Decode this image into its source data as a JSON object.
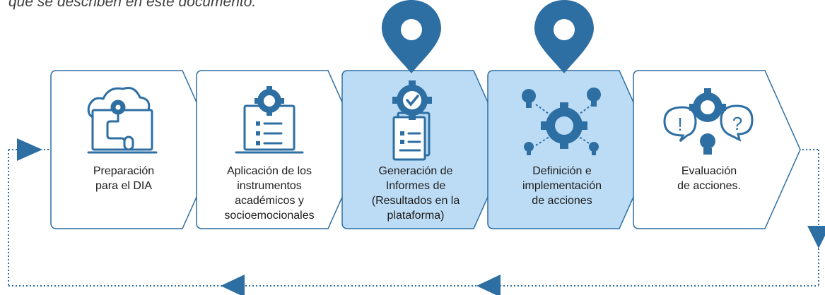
{
  "intro_text": "que se describen en este documento.",
  "colors": {
    "primary": "#2e6fa3",
    "highlight_fill": "#bcdcf5",
    "white_fill": "#ffffff",
    "text": "#1d1d1d"
  },
  "steps": [
    {
      "label": "Preparación\npara el DIA",
      "highlighted": false,
      "icon": "cloud-laptop-icon"
    },
    {
      "label": "Aplicación de los\ninstrumentos\nacadémicos y\nsocioemocionales",
      "highlighted": false,
      "icon": "laptop-gear-checklist-icon"
    },
    {
      "label": "Generación de\nInformes de\n(Resultados en la\nplataforma)",
      "highlighted": true,
      "icon": "gear-check-report-icon"
    },
    {
      "label": "Definición e\nimplementación\nde acciones",
      "highlighted": true,
      "icon": "gear-lightbulbs-icon"
    },
    {
      "label": "Evaluación\nde acciones.",
      "highlighted": false,
      "icon": "gear-question-bulb-icon"
    }
  ],
  "markers": [
    {
      "step_index": 2,
      "icon": "location-pin-icon"
    },
    {
      "step_index": 3,
      "icon": "location-pin-icon"
    }
  ]
}
